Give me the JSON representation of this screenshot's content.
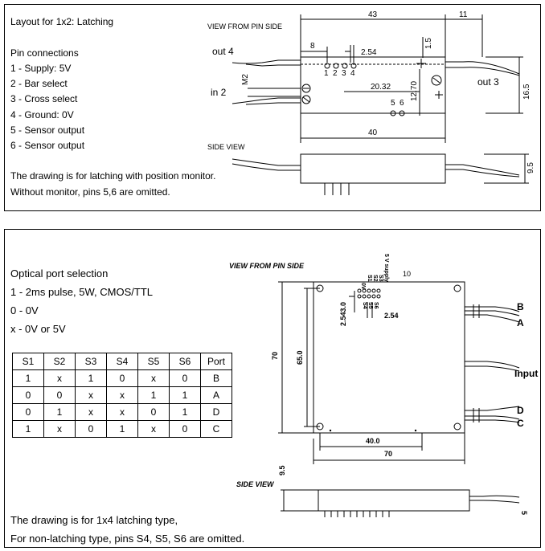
{
  "panel1": {
    "title": "Layout for 1x2: Latching",
    "pins_heading": "Pin connections",
    "pins": [
      "1 - Supply: 5V",
      "2 - Bar select",
      "3 - Cross select",
      "4 - Ground: 0V",
      "5 - Sensor output",
      "6 - Sensor output"
    ],
    "note1": "The drawing is for latching with position monitor.",
    "note2": "Without monitor, pins 5,6 are omitted.",
    "view_pin": "VIEW FROM PIN SIDE",
    "view_side": "SIDE VIEW",
    "port_out4": "out 4",
    "port_in2": "in 2",
    "port_out3": "out 3",
    "pin_nums_top": [
      "1",
      "2",
      "3",
      "4"
    ],
    "pin_nums_bottom": [
      "5",
      "6"
    ],
    "dim": {
      "d43": "43",
      "d11": "11",
      "d8": "8",
      "d254": "2.54",
      "d15": "1.5",
      "m2": "M2",
      "d2032": "20.32",
      "d1270": "12.70",
      "d165": "16.5",
      "d40": "40",
      "d95": "9.5"
    }
  },
  "panel2": {
    "heading": "Optical port selection",
    "lines": [
      "1 - 2ms pulse, 5W, CMOS/TTL",
      "0 - 0V",
      "x - 0V or 5V"
    ],
    "table": {
      "headers": [
        "S1",
        "S2",
        "S3",
        "S4",
        "S5",
        "S6",
        "Port"
      ],
      "rows": [
        [
          "1",
          "x",
          "1",
          "0",
          "x",
          "0",
          "B"
        ],
        [
          "0",
          "0",
          "x",
          "x",
          "1",
          "1",
          "A"
        ],
        [
          "0",
          "1",
          "x",
          "x",
          "0",
          "1",
          "D"
        ],
        [
          "1",
          "x",
          "0",
          "1",
          "x",
          "0",
          "C"
        ]
      ]
    },
    "note1": "The drawing is for 1x4 latching type,",
    "note2": "For non-latching type, pins S4, S5, S6 are omitted.",
    "view_pin": "VIEW FROM PIN SIDE",
    "view_side": "SIDE VIEW",
    "pin_labels": [
      "0V",
      "S1",
      "S2",
      "S3",
      "5 V supply"
    ],
    "pin_labels_lower": [
      "S4",
      "S5",
      "S6"
    ],
    "ports": {
      "B": "B",
      "A": "A",
      "input": "Input",
      "D": "D",
      "C": "C"
    },
    "dim": {
      "d10": "10",
      "d2543": "2.543.0",
      "d254": "2.54",
      "d70v": "70",
      "d650": "65.0",
      "d400": "40.0",
      "d70h": "70",
      "d95": "9.5",
      "d5": "5"
    }
  }
}
